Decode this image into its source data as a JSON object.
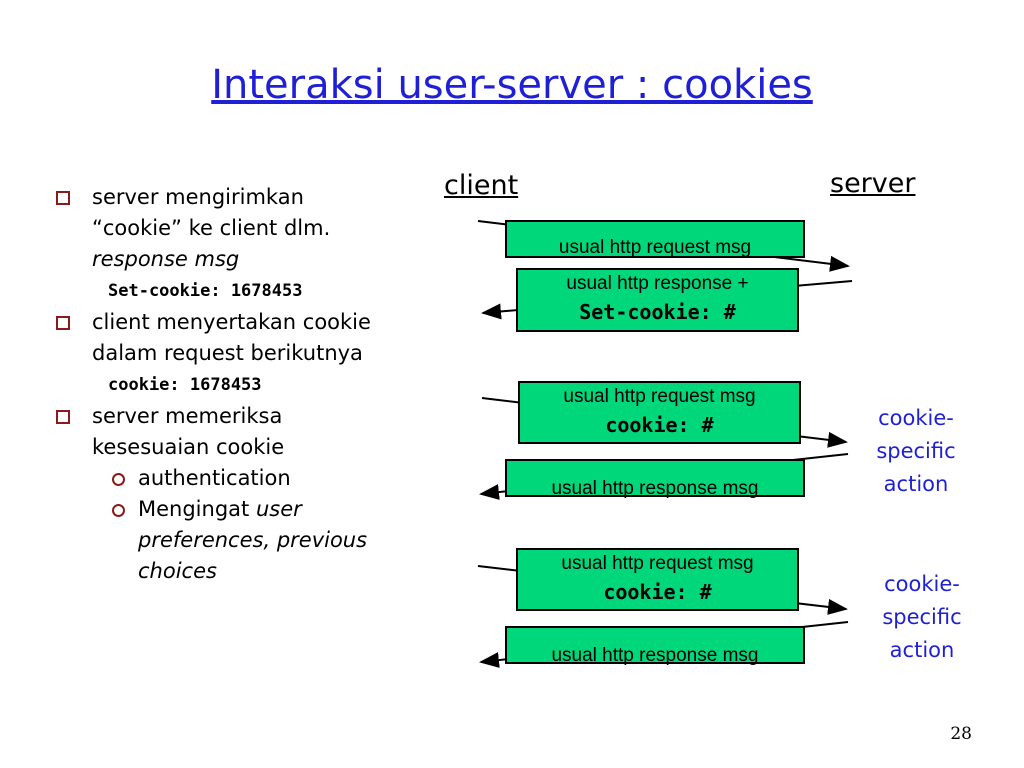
{
  "title": "Interaksi user-server : cookies",
  "bullets": {
    "b1_line1": "server mengirimkan",
    "b1_line2": "“cookie” ke client dlm.",
    "b1_line3": "response msg",
    "code1": "Set-cookie: 1678453",
    "b2_line1": "client menyertakan cookie",
    "b2_line2": "dalam request berikutnya",
    "code2": "cookie: 1678453",
    "b3_line1": "server memeriksa",
    "b3_line2": "kesesuaian cookie",
    "sub1": "authentication",
    "sub2_plain": "Mengingat ",
    "sub2_italic1": "user",
    "sub2_italic2": "preferences, previous",
    "sub2_italic3": "choices"
  },
  "diagram": {
    "client_label": "client",
    "server_label": "server",
    "msg1": "usual http request msg",
    "msg2_line1": "usual http response +",
    "msg2_line2": "Set-cookie: #",
    "msg3_line1": "usual http request msg",
    "msg3_line2": "cookie: #",
    "msg4": "usual http response msg",
    "msg5_line1": "usual http request msg",
    "msg5_line2": "cookie: #",
    "msg6": "usual http response msg",
    "action1": [
      "cookie-",
      "specific",
      "action"
    ],
    "action2": [
      "cookie-",
      "specific",
      "action"
    ]
  },
  "page_number": "28"
}
